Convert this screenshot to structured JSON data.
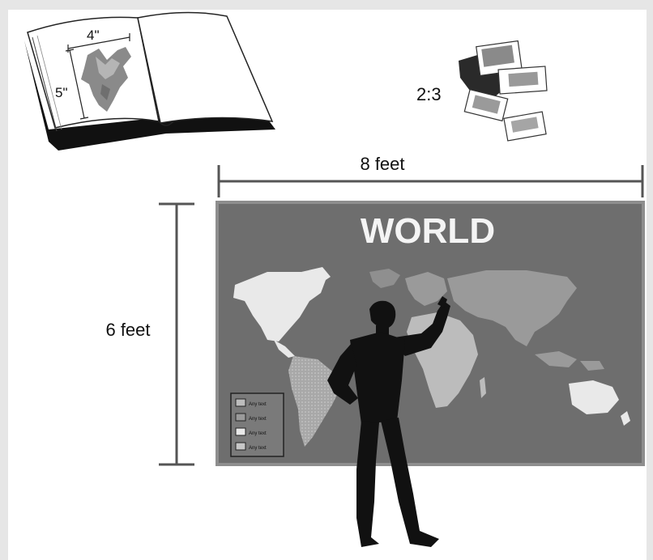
{
  "book": {
    "width_label": "4\"",
    "height_label": "5\""
  },
  "photos": {
    "ratio_label": "2:3"
  },
  "wall_map": {
    "width_label": "8 feet",
    "height_label": "6 feet",
    "title": "WORLD",
    "legend_items": [
      "Any text",
      "Any text",
      "Any text",
      "Any text"
    ]
  },
  "colors": {
    "map_background": "#6e6e6e",
    "map_border": "#8e8e8e",
    "continent_light": "#e9e9e9",
    "continent_mid": "#9a9a9a",
    "continent_dark": "#bcbcbc",
    "silhouette": "#111111",
    "dimension_line": "#555555"
  }
}
